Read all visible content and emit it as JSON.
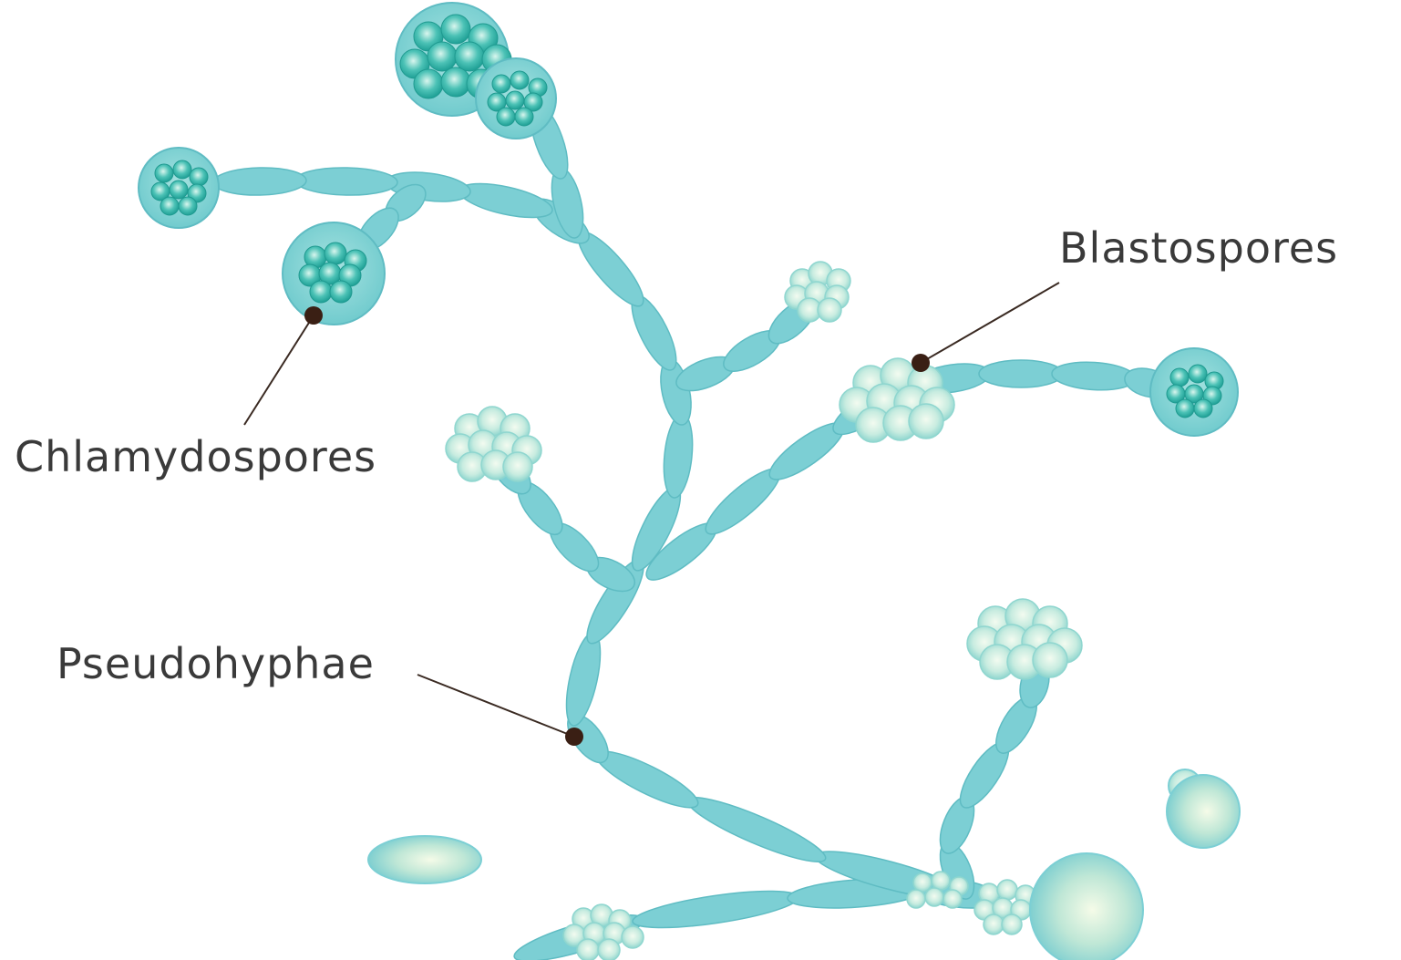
{
  "labels": {
    "chlamydospores": "Chlamydospores",
    "blastospores": "Blastospores",
    "pseudohyphae": "Pseudohyphae"
  },
  "colors": {
    "hypha": "#7ccfd4",
    "hypha_stroke": "#5fbcc3",
    "chlamydospore_fill": "#74cccf",
    "chlamydospore_inner": "#2fb3a8",
    "blastospore": "#bfe8db",
    "pointer": "#3a1f14",
    "label_text": "#3a3a3a"
  }
}
